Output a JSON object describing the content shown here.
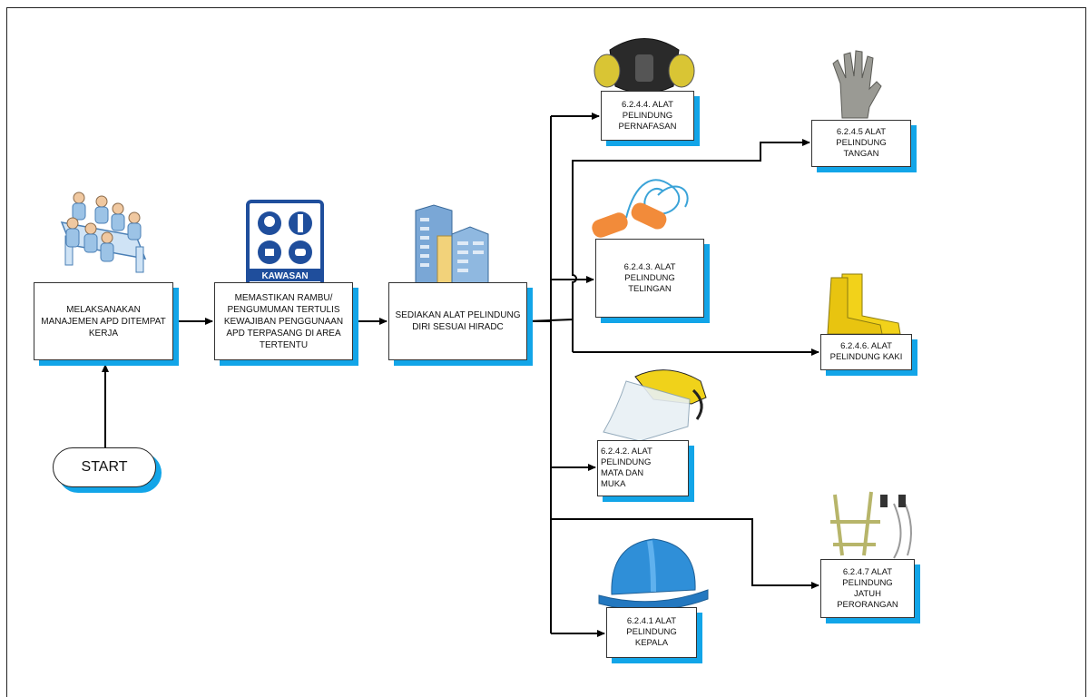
{
  "start_label": "START",
  "nodes": {
    "manage": "MELAKSANAKAN\nMANAJEMEN APD DITEMPAT\nKERJA",
    "signage": "MEMASTIKAN RAMBU/\nPENGUMUMAN TERTULIS\nKEWAJIBAN PENGGUNAAN\nAPD TERPASANG DI AREA\nTERTENTU",
    "provide": "SEDIAKAN ALAT PELINDUNG\nDIRI SESUAI HIRADC",
    "respiratory": "6.2.4.4. ALAT\nPELINDUNG\nPERNAFASAN",
    "hand": "6.2.4.5 ALAT\nPELINDUNG\nTANGAN",
    "ear": "6.2.4.3. ALAT\nPELINDUNG\nTELINGAN",
    "foot": "6.2.4.6. ALAT\nPELINDUNG KAKI",
    "eye_face": "6.2.4.2. ALAT\nPELINDUNG\nMATA DAN\nMUKA",
    "head": "6.2.4.1 ALAT\nPELINDUNG\nKEPALA",
    "fall": "6.2.4.7 ALAT\nPELINDUNG\nJATUH\nPERORANGAN"
  },
  "sign_text": "KAWASAN",
  "colors": {
    "shadow": "#12a5e8",
    "line": "#000000",
    "helmet": "#2f8fd8",
    "sign_blue": "#1f4e9c"
  },
  "icons": [
    "meeting-icon",
    "safety-sign-icon",
    "buildings-icon",
    "respirator-icon",
    "glove-icon",
    "earplugs-icon",
    "boot-icon",
    "face-shield-icon",
    "harness-icon",
    "hard-hat-icon"
  ]
}
